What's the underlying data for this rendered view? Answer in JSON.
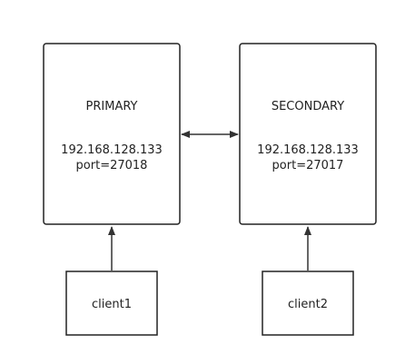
{
  "nodes": {
    "primary": {
      "role": "PRIMARY",
      "ip": "192.168.128.133",
      "port": "port=27018"
    },
    "secondary": {
      "role": "SECONDARY",
      "ip": "192.168.128.133",
      "port": "port=27017"
    },
    "client1": {
      "label": "client1"
    },
    "client2": {
      "label": "client2"
    }
  },
  "colors": {
    "stroke": "#222222",
    "background": "#ffffff"
  }
}
